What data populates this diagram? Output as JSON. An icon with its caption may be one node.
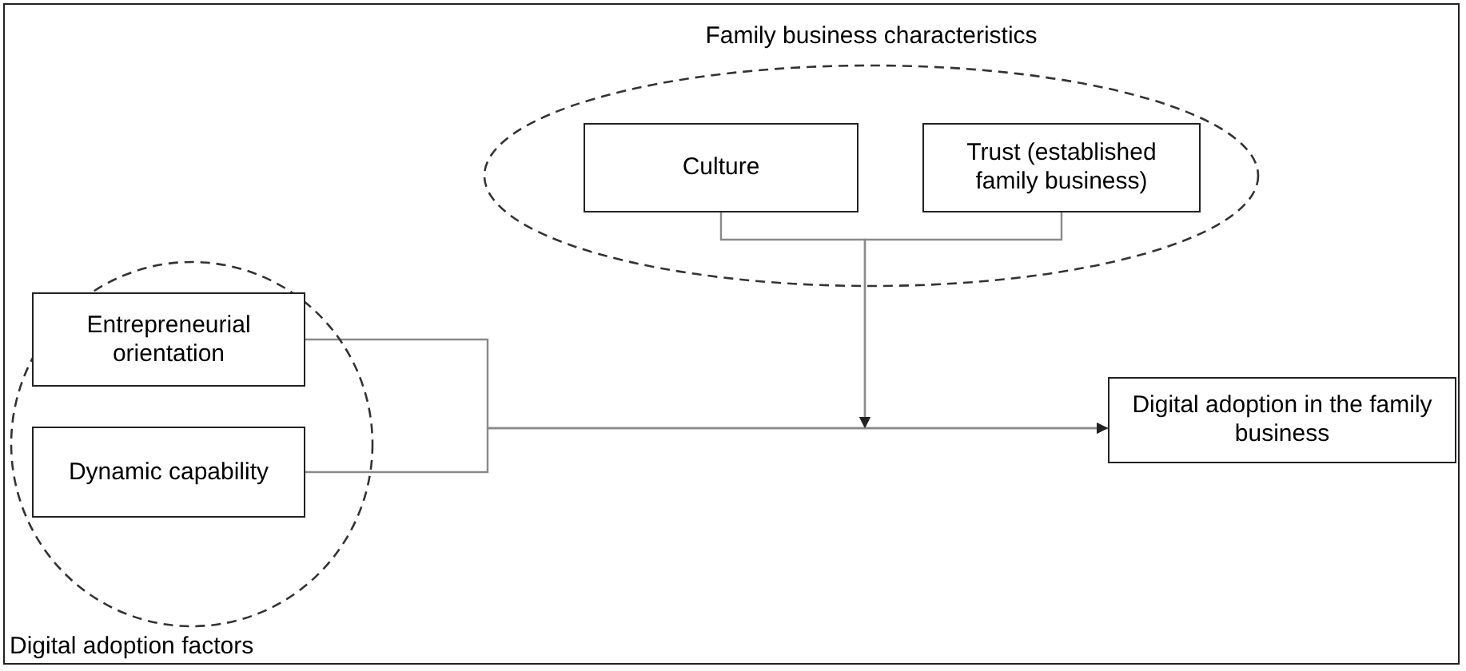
{
  "diagram": {
    "nodes": [
      {
        "text": [
          "Family business characteristics"
        ]
      },
      {
        "text": [
          "Culture"
        ],
        "in": 0
      },
      {
        "text": [
          "Trust (established family business)"
        ],
        "in": 0
      },
      {
        "text": [
          "Digital adoption factors"
        ]
      },
      {
        "text": [
          "Entrepreneurial orientation"
        ],
        "in": 3
      },
      {
        "text": [
          "Dynamic capability"
        ],
        "in": 3
      },
      {
        "text": [
          "Digital adoption in the family business"
        ]
      }
    ],
    "edges": [
      {
        "from": 4,
        "to": 6,
        "arrow": "to"
      },
      {
        "from": 5,
        "to": 6,
        "arrow": "to"
      },
      {
        "from": 1,
        "to": null,
        "arrow": "to"
      },
      {
        "from": 2,
        "to": null,
        "arrow": "to"
      }
    ]
  }
}
